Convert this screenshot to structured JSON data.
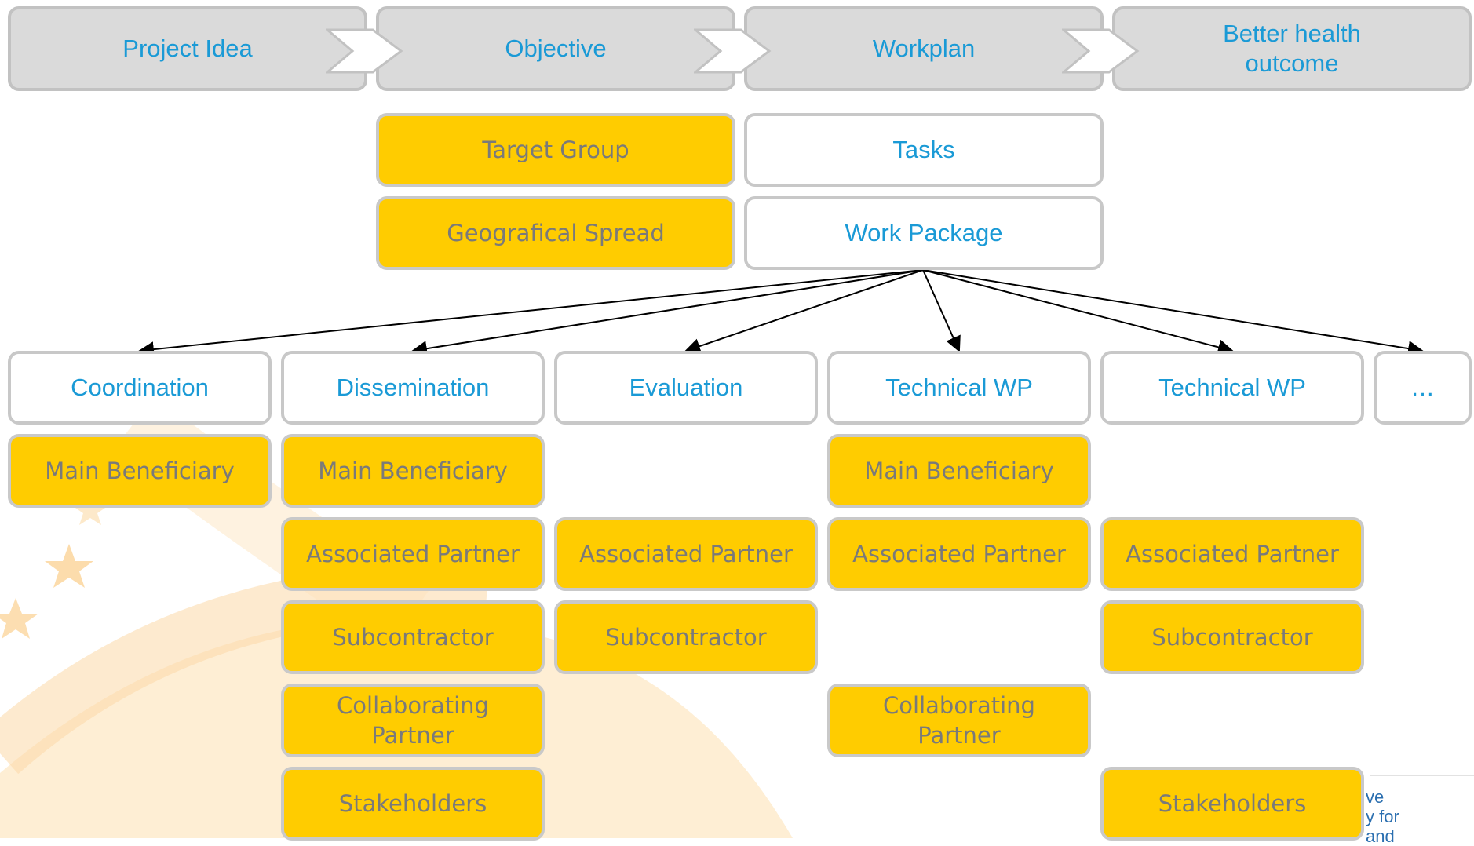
{
  "steps": [
    "Project Idea",
    "Objective",
    "Workplan",
    "Better health\noutcome"
  ],
  "objective_items": [
    "Target Group",
    "Geografical Spread"
  ],
  "workplan_items": [
    "Tasks",
    "Work Package"
  ],
  "work_packages": [
    "Coordination",
    "Dissemination",
    "Evaluation",
    "Technical WP",
    "Technical WP",
    "…"
  ],
  "roles": {
    "main_beneficiary": "Main Beneficiary",
    "associated_partner": "Associated Partner",
    "subcontractor": "Subcontractor",
    "collaborating_partner": "Collaborating\nPartner",
    "stakeholders": "Stakeholders"
  },
  "logo_fragment": [
    "ve",
    "y for",
    "and"
  ],
  "colors": {
    "step_fill": "#dadada",
    "role_fill": "#ffcc00",
    "label_blue": "#1a9ad6",
    "role_text": "#7a7a7a",
    "background_swoosh": "#fbd9a6"
  }
}
